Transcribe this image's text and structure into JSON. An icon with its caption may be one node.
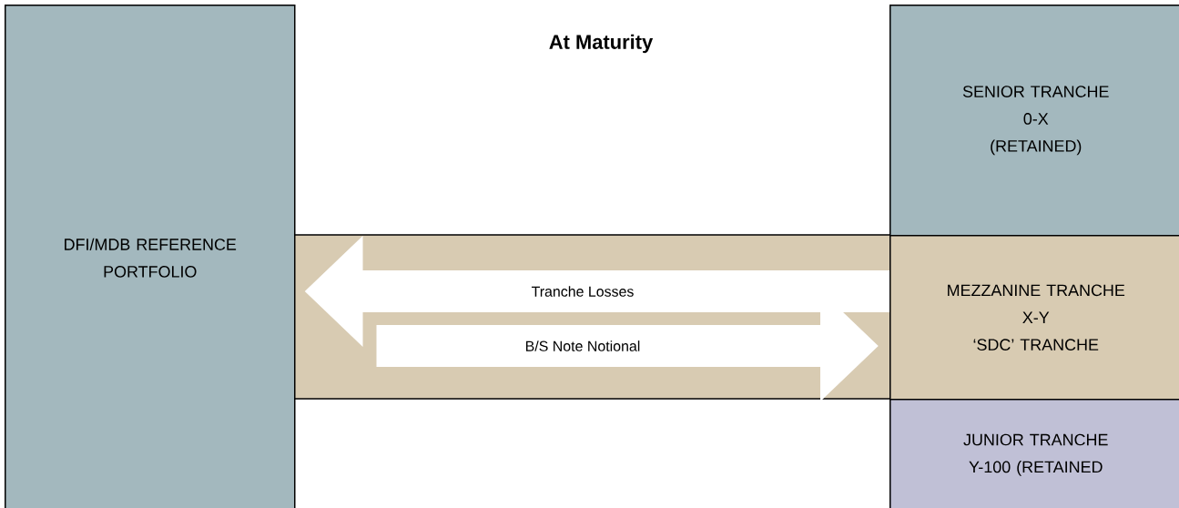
{
  "diagram": {
    "title": "At Maturity",
    "nodes": [
      {
        "text": [
          "DFI/MDB REFERENCE PORTFOLIO"
        ]
      },
      {
        "text": [
          "SENIOR TRANCHE",
          "0-X",
          "(RETAINED)"
        ]
      },
      {
        "text": [
          "MEZZANINE TRANCHE",
          "X-Y",
          "‘SDC’ TRANCHE"
        ]
      },
      {
        "text": [
          "JUNIOR TRANCHE",
          "Y-100 (RETAINED"
        ]
      }
    ],
    "edges": [
      {
        "from": 2,
        "to": 0,
        "arrow": "to",
        "label": "Tranche Losses"
      },
      {
        "from": 0,
        "to": 2,
        "arrow": "to",
        "label": "B/S Note Notional"
      }
    ]
  }
}
